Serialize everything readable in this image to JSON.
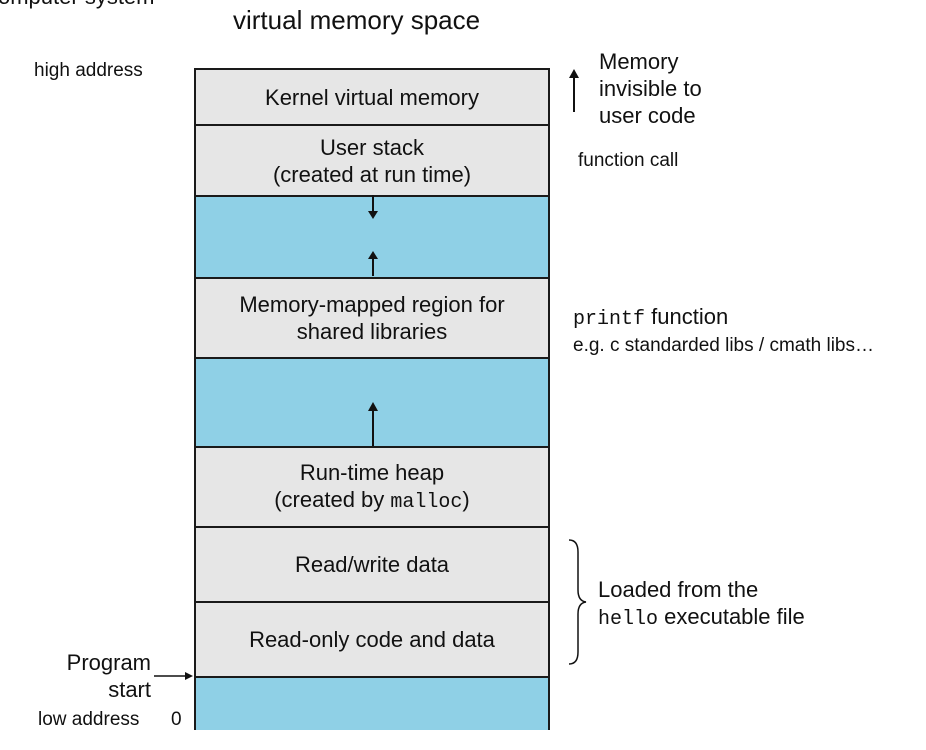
{
  "title": "virtual memory space",
  "top_cut_text": "omputer system",
  "addresses": {
    "high": "high address",
    "low": "low address",
    "zero": "0"
  },
  "segments": [
    {
      "label": "Kernel virtual memory",
      "mono": "",
      "suffix": ""
    },
    {
      "label": "User stack",
      "line2": "(created at run time)"
    },
    {
      "label": "Memory-mapped region for",
      "line2": "shared libraries"
    },
    {
      "label": "Run-time heap",
      "line2_prefix": "(created by ",
      "line2_mono": "malloc",
      "line2_suffix": ")"
    },
    {
      "label": "Read/write data"
    },
    {
      "label": "Read-only code and data"
    }
  ],
  "annotations": {
    "invisible": [
      "Memory",
      "invisible to",
      "user code"
    ],
    "function_call": "function call",
    "printf_mono": "printf",
    "printf_text": " function",
    "libs": "e.g. c standarded libs / cmath libs…",
    "loaded_line1": "Loaded from the",
    "loaded_mono": "hello",
    "loaded_text": " executable file",
    "program": "Program",
    "start": "start"
  },
  "colors": {
    "gray_segment": "#e6e6e6",
    "blue_segment": "#8fd0e6",
    "border": "#1a1a1a"
  }
}
